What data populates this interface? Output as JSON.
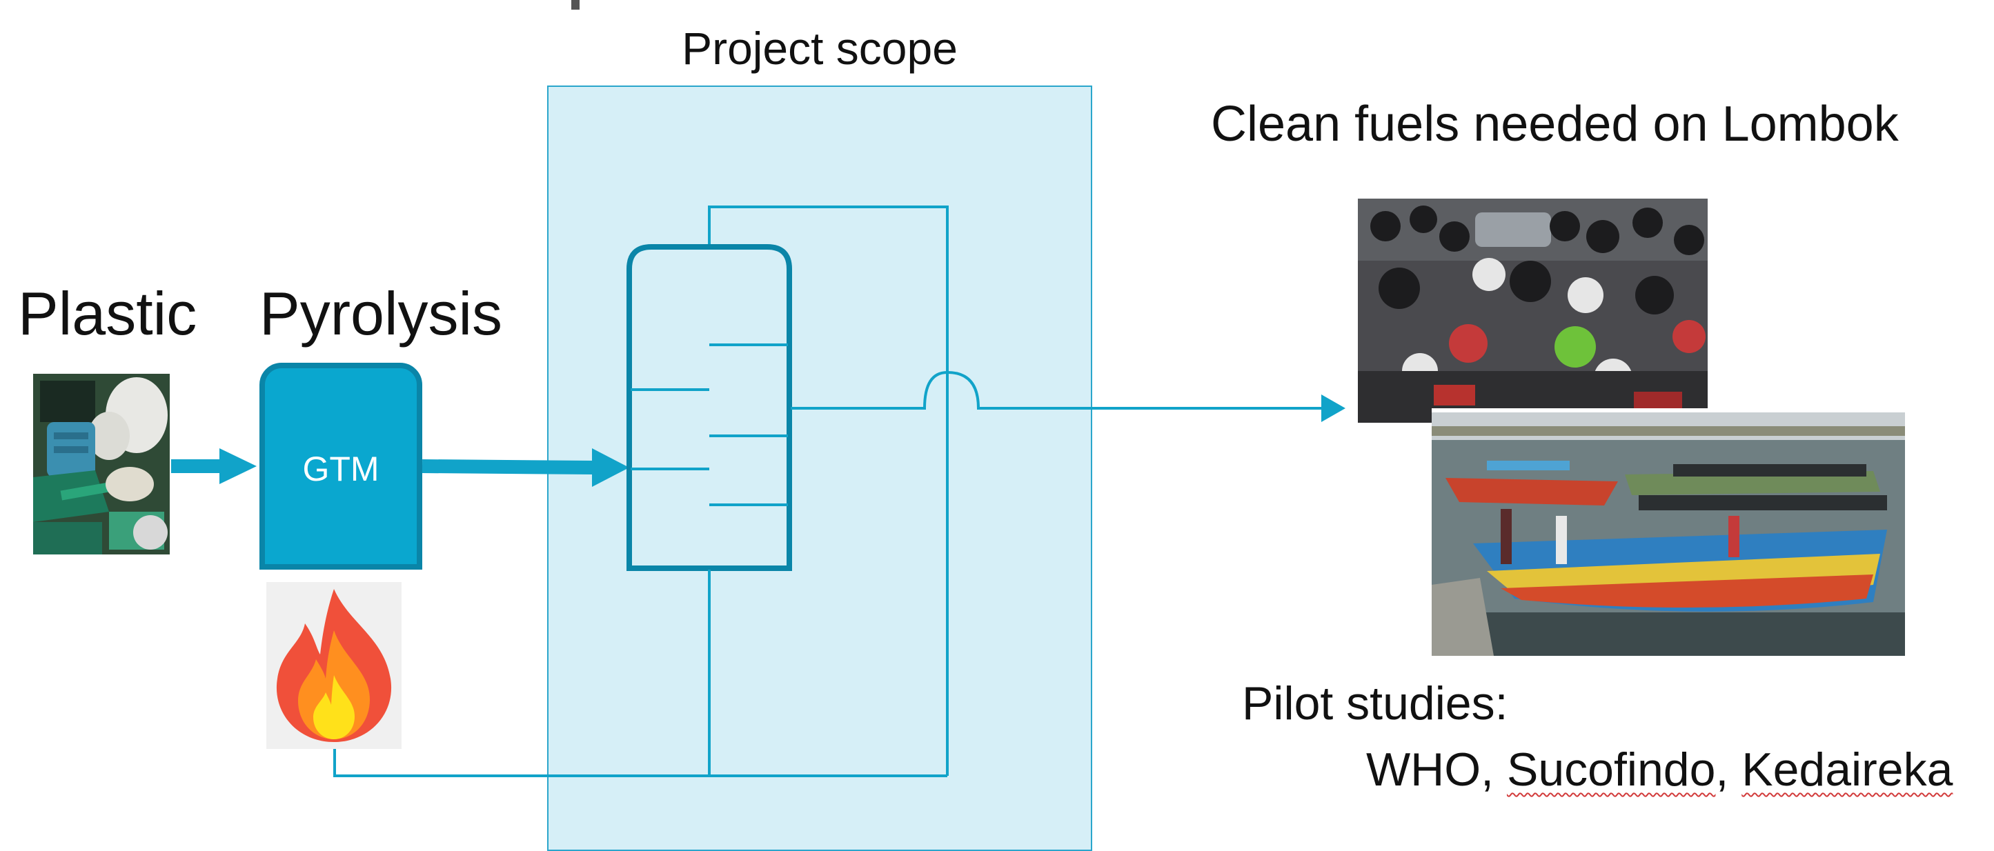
{
  "diagram": {
    "scope_label": "Project scope",
    "plastic_label": "Plastic",
    "pyrolysis_label": "Pyrolysis",
    "reactor_label": "GTM",
    "fuels_label": "Clean fuels needed on Lombok",
    "pilot_label": "Pilot studies:",
    "pilot_items": {
      "item1": "WHO, ",
      "item2": "Sucofindo",
      "sep": ", ",
      "item3": "Kedaireka"
    },
    "colors": {
      "scope_fill": "#d6eff7",
      "accent": "#0aa7cf",
      "accent_dark": "#0a85a8",
      "line": "#11a3c9"
    },
    "icons": {
      "plastic": "plastic-waste-photo",
      "flame": "fire-icon",
      "motorbikes": "motorbike-traffic-photo",
      "boats": "fishing-boats-photo"
    }
  }
}
